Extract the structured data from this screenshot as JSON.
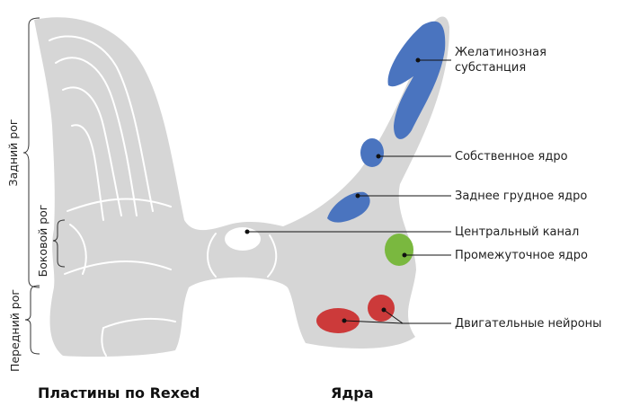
{
  "colors": {
    "gray_matter": "#d6d6d6",
    "lamina_lines": "#ffffff",
    "nucleus_blue": "#4a74bf",
    "nucleus_green": "#7ab83f",
    "nucleus_red": "#cc3a3a",
    "leader": "#111111"
  },
  "horns": {
    "posterior": "Задний рог",
    "lateral": "Боковой рог",
    "anterior": "Передний рог"
  },
  "nuclei": {
    "gelatinosa_line1": "Желатинозная",
    "gelatinosa_line2": "субстанция",
    "proper": "Собственное ядро",
    "thoracic": "Заднее грудное ядро",
    "central_canal": "Центральный канал",
    "intermediate": "Промежуточное ядро",
    "motor": "Двигательные нейроны"
  },
  "captions": {
    "left": "Пластины по Rexed",
    "right": "Ядра"
  }
}
